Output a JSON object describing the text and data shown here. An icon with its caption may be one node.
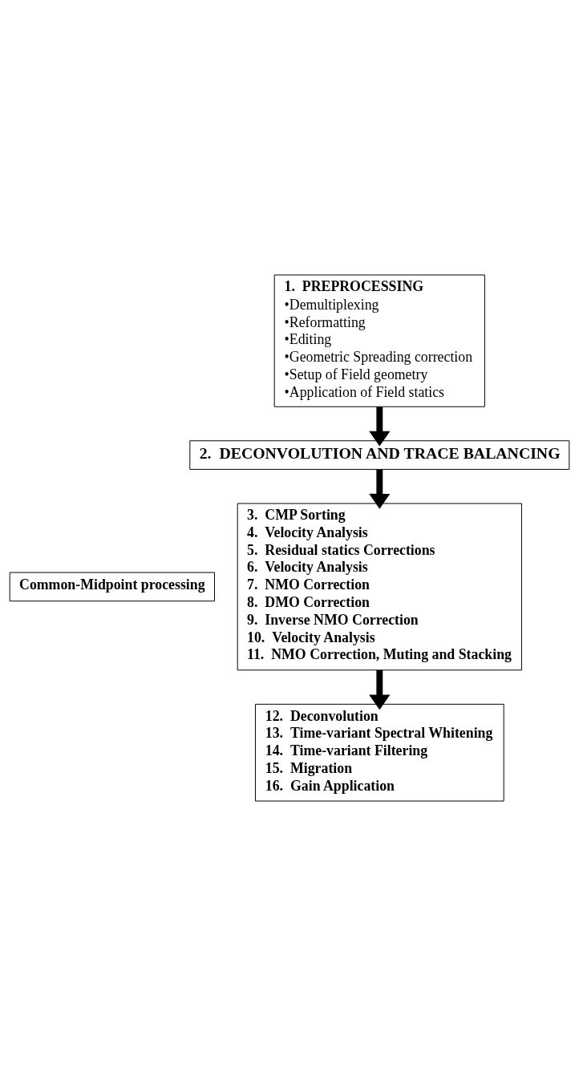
{
  "diagram": {
    "nodes": [
      {
        "text": [
          "1.  PREPROCESSING",
          "•Demultiplexing",
          "•Reformatting",
          "•Editing",
          "•Geometric Spreading correction",
          "•Setup of Field geometry",
          "•Application of Field statics"
        ]
      },
      {
        "text": [
          "2.  DECONVOLUTION AND TRACE BALANCING"
        ]
      },
      {
        "text": [
          "3.  CMP Sorting",
          "4.  Velocity Analysis",
          "5.  Residual statics Corrections",
          "6.  Velocity Analysis",
          "7.  NMO Correction",
          "8.  DMO Correction",
          "9.  Inverse NMO Correction",
          "10.  Velocity Analysis",
          "11.  NMO Correction, Muting and Stacking"
        ]
      },
      {
        "text": [
          "12.  Deconvolution",
          "13.  Time-variant Spectral Whitening",
          "14.  Time-variant Filtering",
          "15.  Migration",
          "16.  Gain Application"
        ]
      },
      {
        "text": [
          "Common-Midpoint processing"
        ]
      }
    ],
    "edges": [
      {
        "from": 0,
        "to": 1,
        "arrow": "to"
      },
      {
        "from": 1,
        "to": 2,
        "arrow": "to"
      },
      {
        "from": 2,
        "to": 3,
        "arrow": "to"
      }
    ]
  }
}
